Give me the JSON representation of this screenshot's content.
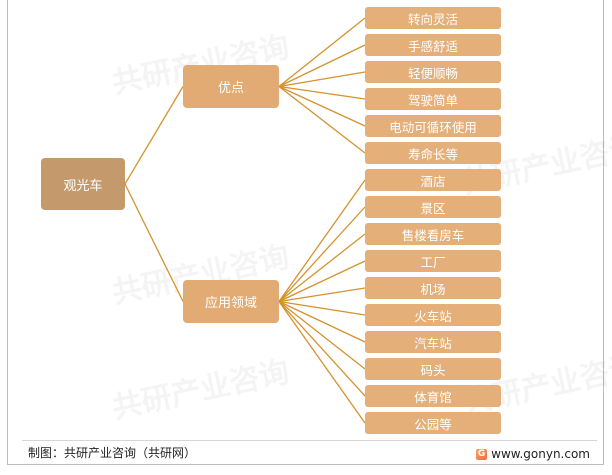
{
  "root": {
    "label": "观光车"
  },
  "branches": [
    {
      "label": "优点",
      "children": [
        "转向灵活",
        "手感舒适",
        "轻便顺畅",
        "驾驶简单",
        "电动可循环使用",
        "寿命长等"
      ]
    },
    {
      "label": "应用领域",
      "children": [
        "酒店",
        "景区",
        "售楼看房车",
        "工厂",
        "机场",
        "火车站",
        "汽车站",
        "码头",
        "体育馆",
        "公园等"
      ]
    }
  ],
  "footer": {
    "source": "制图：共研产业咨询（共研网）",
    "site": "www.gonyn.com",
    "logo_letter": "G"
  },
  "watermark": "共研产业咨询",
  "colors": {
    "root": "#C4996C",
    "branch": "#E2AB74",
    "leaf": "#E4AF78",
    "line": "#D4922E"
  }
}
